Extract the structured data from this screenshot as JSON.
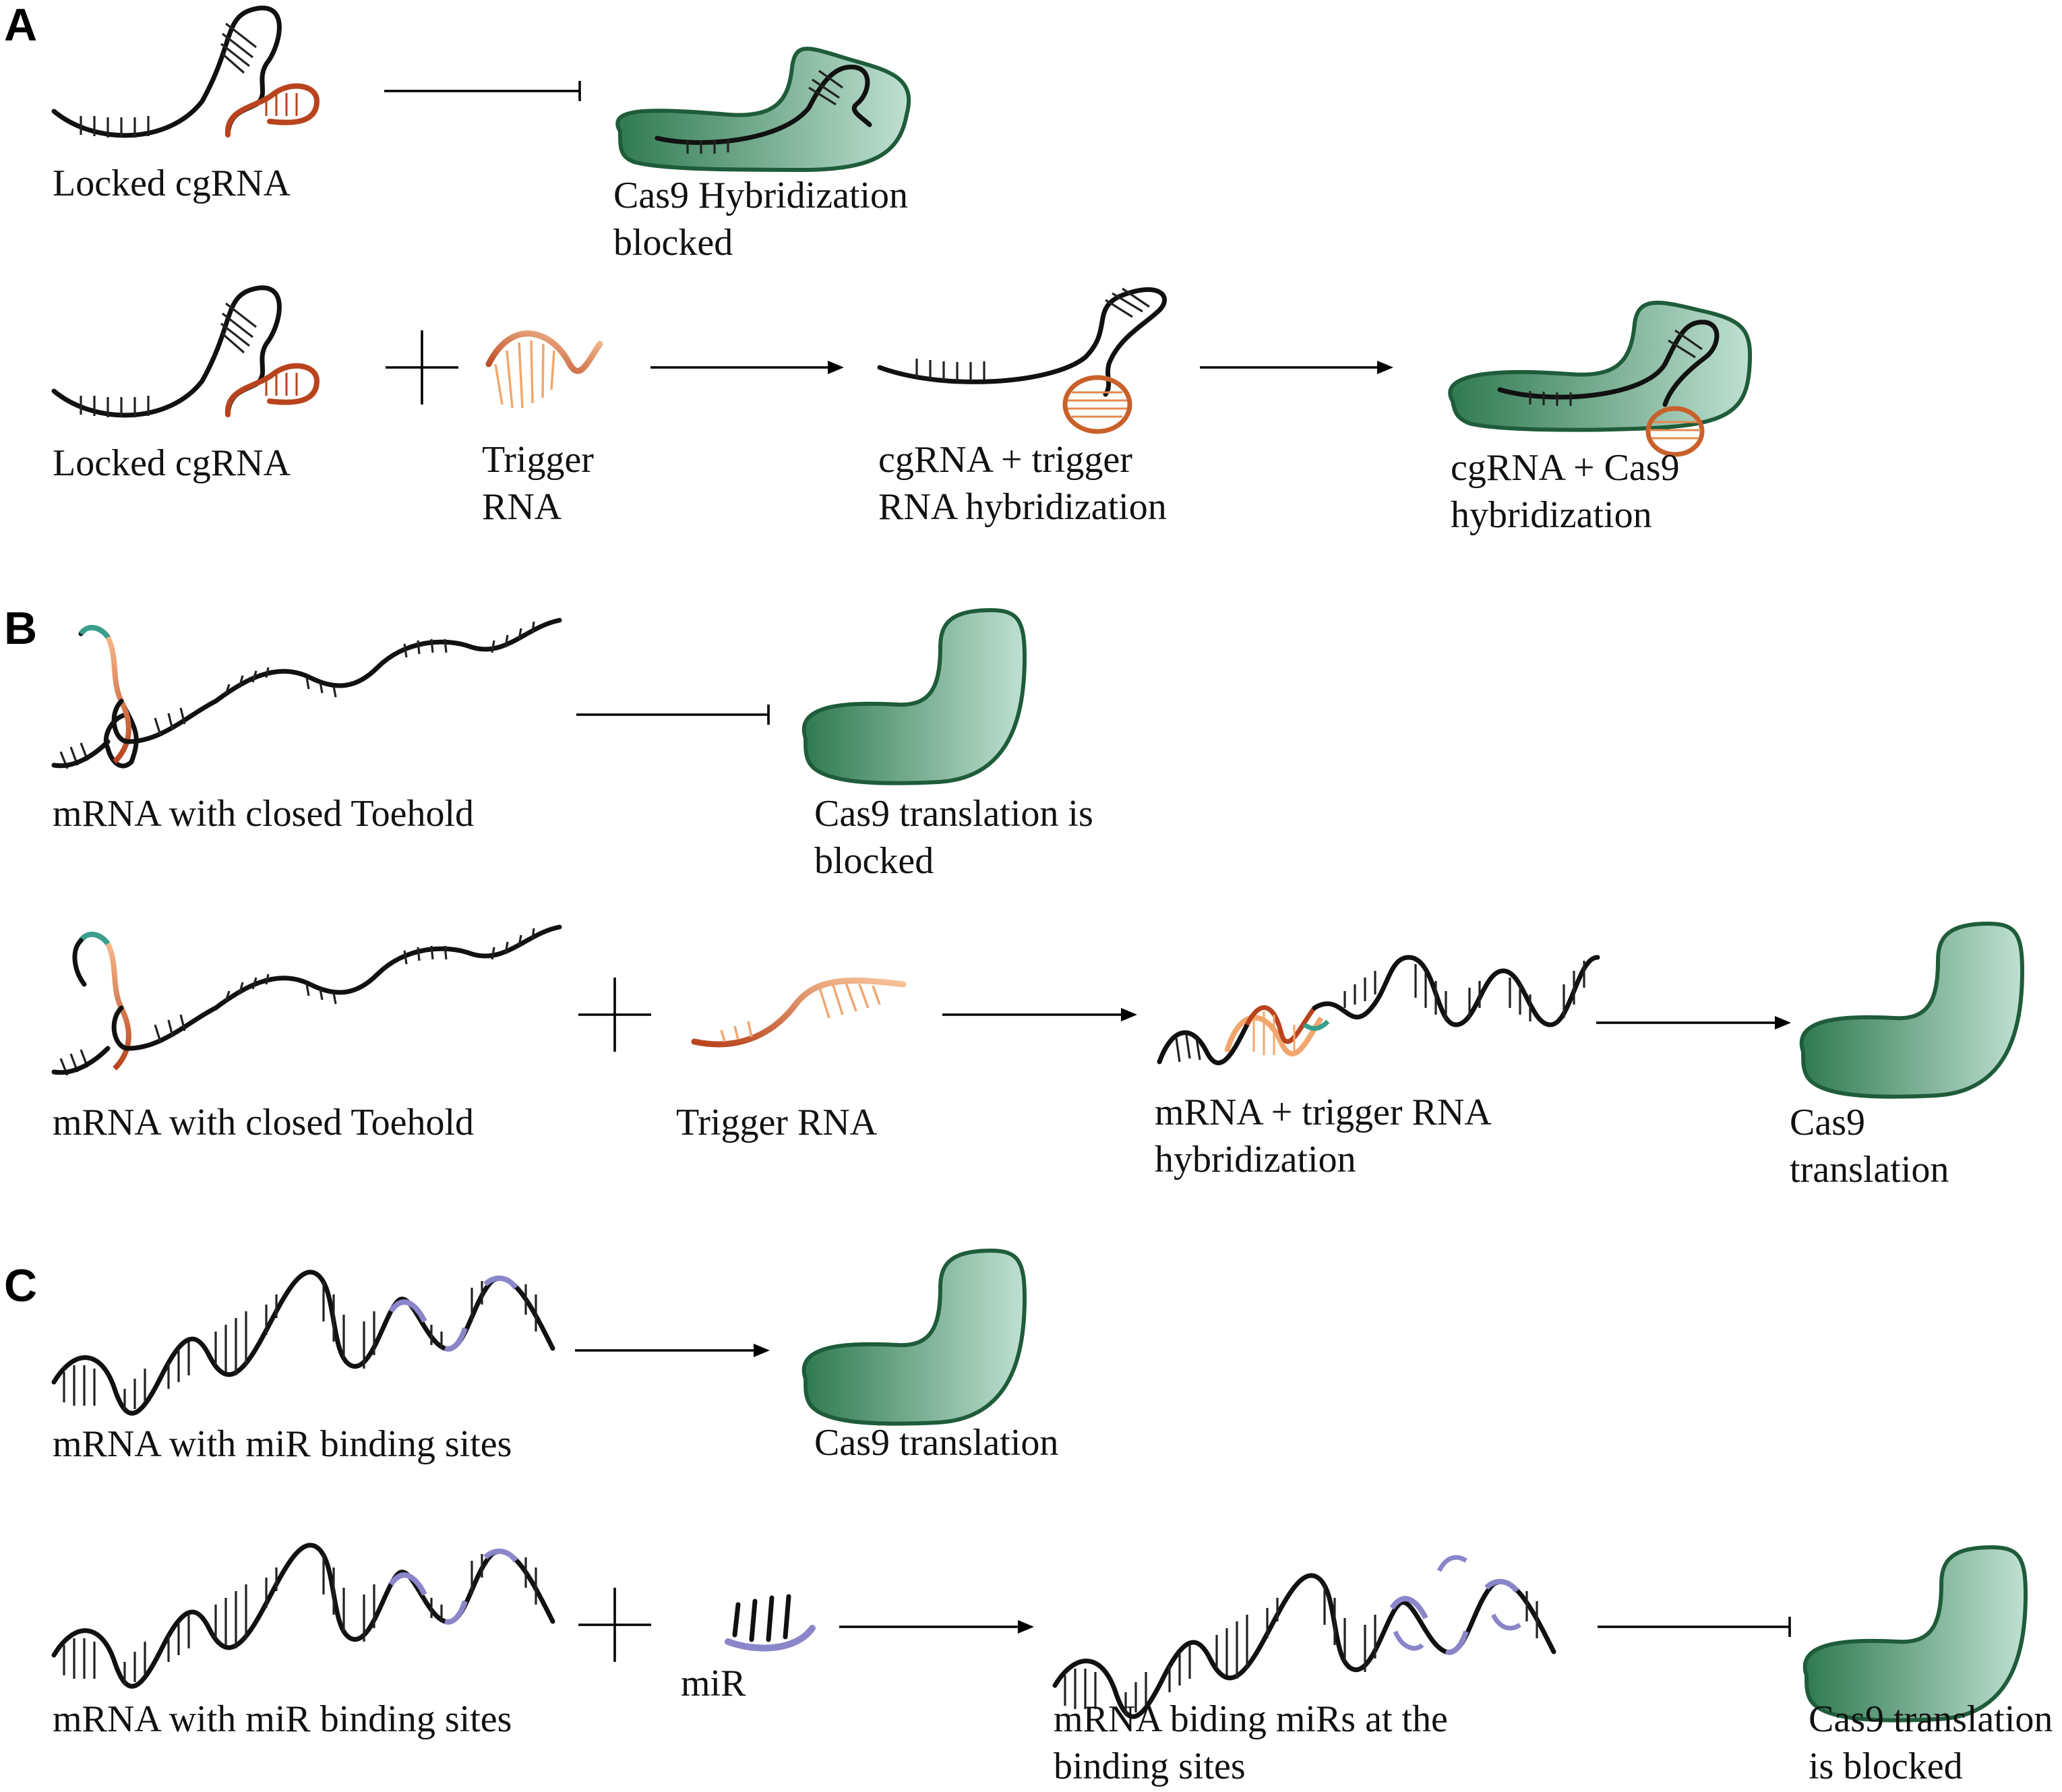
{
  "panels": {
    "a": "A",
    "b": "B",
    "c": "C"
  },
  "labels": {
    "a_row1_left": "Locked cgRNA",
    "a_row1_result_1": "Cas9 Hybridization",
    "a_row1_result_2": "blocked",
    "a_row2_left": "Locked cgRNA",
    "a_row2_trigger_1": "Trigger",
    "a_row2_trigger_2": "RNA",
    "a_row2_mid_1": "cgRNA + trigger",
    "a_row2_mid_2": "RNA hybridization",
    "a_row2_result_1": "cgRNA + Cas9",
    "a_row2_result_2": "hybridization",
    "b_row1_left": "mRNA with closed Toehold",
    "b_row1_result_1": "Cas9 translation is",
    "b_row1_result_2": "blocked",
    "b_row2_left": "mRNA with closed Toehold",
    "b_row2_trigger": "Trigger RNA",
    "b_row2_mid_1": "mRNA + trigger RNA",
    "b_row2_mid_2": "hybridization",
    "b_row2_result_1": "Cas9",
    "b_row2_result_2": "translation",
    "c_row1_left": "mRNA with miR binding sites",
    "c_row1_result": "Cas9 translation",
    "c_row2_left": "mRNA with miR binding sites",
    "c_row2_mir": "miR",
    "c_row2_mid_1": "mRNA biding miRs at the",
    "c_row2_mid_2": "binding sites",
    "c_row2_result_1": "Cas9 translation",
    "c_row2_result_2": "is blocked"
  },
  "colors": {
    "cas9_dark": "#2f7a50",
    "cas9_light": "#bfe0d2",
    "cas9_outline": "#1f5c3a",
    "rna_strand": "#111111",
    "trigger_light": "#f2a66e",
    "trigger_dark": "#b8431d",
    "toehold_teal": "#3a9e8c",
    "mir_purple": "#8b86c9"
  }
}
